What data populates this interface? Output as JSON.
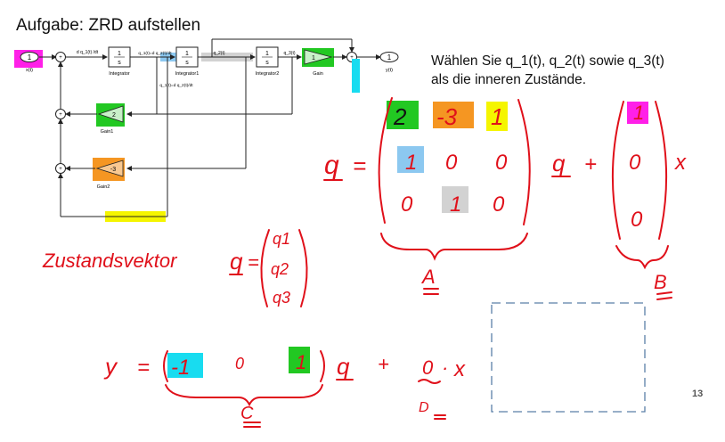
{
  "slide": {
    "title": "Aufgabe: ZRD aufstellen",
    "instruction_line1": "Wählen Sie q_1(t), q_2(t) sowie q_3(t)",
    "instruction_line2": "als die inneren Zustände.",
    "page_number": "13"
  },
  "diagram": {
    "input_port": "1",
    "input_label": "x(t)",
    "signal_dq1": "d q_1(t) /dt",
    "signal_q1": "q_1(t)=d q_2(t)/dt",
    "signal_q2": "q_2(t)",
    "signal_q3": "q_3(t)",
    "signal_q1_alt": "q_1(t)=d q_2(t)/dt",
    "integrator_num": "1",
    "integrator_den": "s",
    "integrator_label": "Integrator",
    "integrator1_label": "Integrator1",
    "integrator2_label": "Integrator2",
    "gain_label": "Gain",
    "gain1_label": "Gain1",
    "gain2_label": "Gain2",
    "gain_value": "1",
    "gain1_value": "2",
    "gain2_value": "-3",
    "output_port": "1",
    "output_label": "y(t)"
  },
  "handwriting": {
    "q_symbol": "q",
    "equals": "=",
    "matrix_A": [
      [
        "2",
        "-3",
        "1"
      ],
      [
        "1",
        "0",
        "0"
      ],
      [
        "0",
        "1",
        "0"
      ]
    ],
    "plus": "+",
    "vector_B": [
      "1",
      "0",
      "0"
    ],
    "x_symbol": "x",
    "label_A": "A",
    "label_B": "B",
    "zustandsvektor": "Zustandsvektor",
    "state_vector": [
      "q1",
      "q2",
      "q3"
    ],
    "y_symbol": "y",
    "vector_C": [
      "-1",
      "0",
      "1"
    ],
    "label_C": "C",
    "D_value": "0",
    "dot": "·",
    "label_D": "D"
  },
  "colors": {
    "green": "#22c822",
    "orange": "#f59622",
    "yellow": "#f5f500",
    "magenta": "#ff20e8",
    "cyan": "#18dcf0",
    "lightblue": "#8cc8f0",
    "gray": "#d2d2d2",
    "ink": "#e0101a"
  }
}
